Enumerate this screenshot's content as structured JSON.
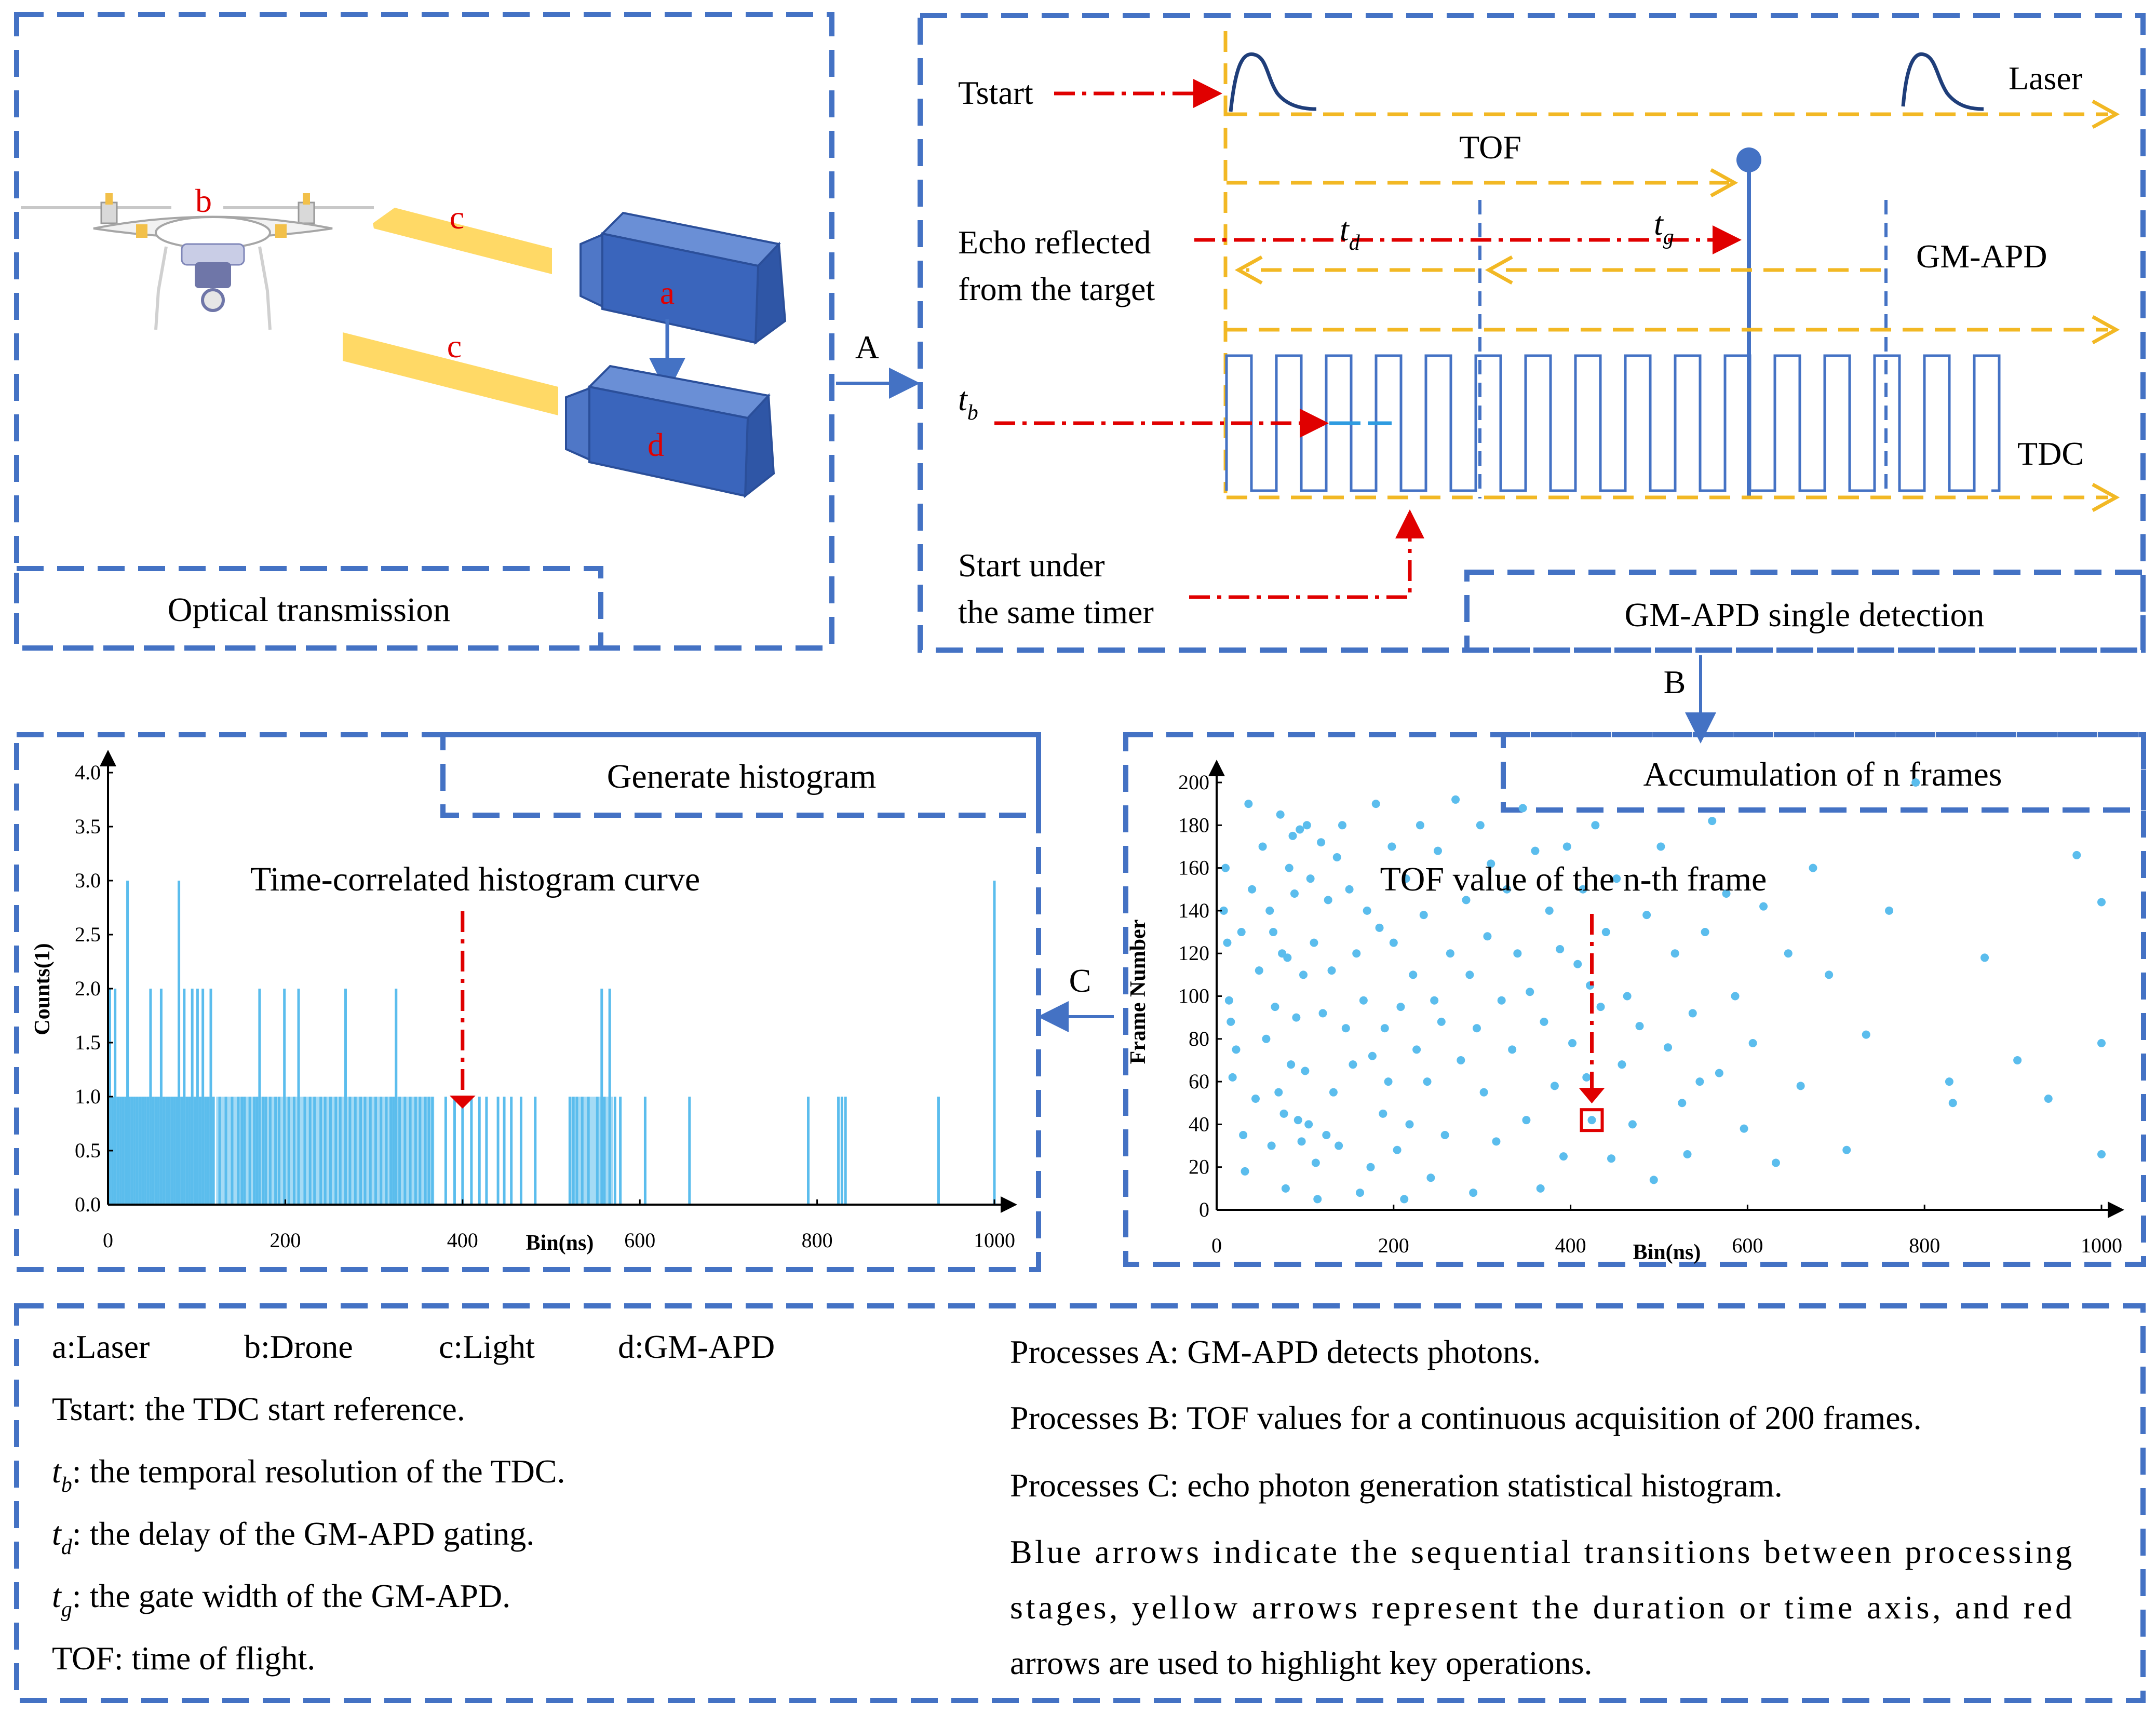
{
  "panels": {
    "optical": {
      "caption": "Optical transmission"
    },
    "gmapd": {
      "caption": "GM-APD single detection",
      "tstart": "Tstart",
      "laser": "Laser",
      "tof": "TOF",
      "echo_line1": "Echo reflected",
      "echo_line2": "from the target",
      "td_base": "t",
      "td_sub": "d",
      "tg_base": "t",
      "tg_sub": "g",
      "gmapd": "GM-APD",
      "tb_base": "t",
      "tb_sub": "b",
      "tdc": "TDC",
      "start_line1": "Start under",
      "start_line2": "the same timer"
    },
    "histogram": {
      "caption": "Generate histogram",
      "annotation": "Time-correlated histogram curve"
    },
    "accumulation": {
      "caption": "Accumulation of n frames",
      "annotation": "TOF value of the n-th frame"
    }
  },
  "components": {
    "a": "a",
    "b": "b",
    "c": "c",
    "d": "d"
  },
  "arrows": {
    "A": "A",
    "B": "B",
    "C": "C"
  },
  "chart_data": [
    {
      "type": "bar",
      "xlabel": "Bin(ns)",
      "ylabel": "Counts(1)",
      "xlim": [
        0,
        1000
      ],
      "ylim": [
        0,
        4.0
      ],
      "xticks": [
        "0",
        "200",
        "400",
        "600",
        "800",
        "1000"
      ],
      "yticks": [
        "0.0",
        "0.5",
        "1.0",
        "1.5",
        "2.0",
        "2.5",
        "3.0",
        "3.5",
        "4.0"
      ],
      "bars_x": [
        2,
        5,
        8,
        11,
        14,
        17,
        20,
        22,
        24,
        27,
        30,
        33,
        36,
        39,
        42,
        45,
        48,
        51,
        54,
        57,
        60,
        63,
        66,
        69,
        72,
        75,
        78,
        80,
        83,
        86,
        89,
        92,
        95,
        98,
        101,
        104,
        107,
        110,
        113,
        116,
        119,
        126,
        133,
        140,
        147,
        151,
        154,
        160,
        165,
        168,
        171,
        175,
        178,
        183,
        189,
        193,
        199,
        204,
        210,
        215,
        222,
        228,
        233,
        240,
        245,
        251,
        257,
        262,
        268,
        273,
        279,
        285,
        290,
        296,
        302,
        308,
        314,
        319,
        322,
        325,
        329,
        335,
        341,
        347,
        352,
        358,
        362,
        366,
        381,
        391,
        400,
        410,
        419,
        427,
        440,
        447,
        455,
        466,
        482,
        521,
        525,
        529,
        535,
        542,
        552,
        557,
        560,
        566,
        572,
        578,
        606,
        656,
        790,
        824,
        828,
        832,
        937,
        1000
      ],
      "bars_y": [
        2,
        1,
        2,
        1,
        1,
        1,
        1,
        3,
        1,
        1,
        1,
        1,
        1,
        1,
        1,
        1,
        2,
        1,
        1,
        1,
        2,
        1,
        1,
        1,
        1,
        1,
        1,
        3,
        1,
        2,
        1,
        1,
        2,
        1,
        2,
        1,
        2,
        1,
        1,
        2,
        1,
        1,
        1,
        1,
        1,
        1,
        1,
        1,
        1,
        1,
        2,
        1,
        1,
        1,
        1,
        1,
        2,
        1,
        1,
        2,
        1,
        1,
        1,
        1,
        1,
        1,
        1,
        1,
        2,
        1,
        1,
        1,
        1,
        1,
        1,
        1,
        1,
        1,
        1,
        2,
        1,
        1,
        1,
        1,
        1,
        1,
        1,
        1,
        1,
        1,
        1,
        1,
        1,
        1,
        1,
        1,
        1,
        1,
        1,
        1,
        1,
        1,
        1,
        1,
        1,
        2,
        1,
        2,
        1,
        1,
        1,
        1,
        1,
        1,
        1,
        1,
        1,
        3
      ]
    },
    {
      "type": "scatter",
      "xlabel": "Bin(ns)",
      "ylabel": "Frame Number",
      "xlim": [
        0,
        1000
      ],
      "ylim": [
        0,
        200
      ],
      "xticks": [
        "0",
        "200",
        "400",
        "600",
        "800",
        "1000"
      ],
      "yticks": [
        "0",
        "20",
        "40",
        "60",
        "80",
        "100",
        "120",
        "140",
        "160",
        "180",
        "200"
      ],
      "highlight": {
        "x": 424,
        "y": 42
      },
      "points": [
        [
          8,
          140
        ],
        [
          10,
          160
        ],
        [
          12,
          125
        ],
        [
          14,
          98
        ],
        [
          16,
          88
        ],
        [
          18,
          62
        ],
        [
          22,
          75
        ],
        [
          28,
          130
        ],
        [
          30,
          35
        ],
        [
          32,
          18
        ],
        [
          36,
          190
        ],
        [
          40,
          150
        ],
        [
          44,
          52
        ],
        [
          48,
          112
        ],
        [
          52,
          170
        ],
        [
          56,
          80
        ],
        [
          60,
          140
        ],
        [
          62,
          30
        ],
        [
          64,
          130
        ],
        [
          66,
          95
        ],
        [
          70,
          55
        ],
        [
          72,
          185
        ],
        [
          74,
          120
        ],
        [
          76,
          45
        ],
        [
          78,
          10
        ],
        [
          80,
          118
        ],
        [
          82,
          160
        ],
        [
          84,
          68
        ],
        [
          86,
          175
        ],
        [
          88,
          148
        ],
        [
          90,
          90
        ],
        [
          92,
          42
        ],
        [
          94,
          178
        ],
        [
          96,
          32
        ],
        [
          98,
          110
        ],
        [
          100,
          65
        ],
        [
          102,
          180
        ],
        [
          104,
          40
        ],
        [
          106,
          155
        ],
        [
          110,
          125
        ],
        [
          112,
          22
        ],
        [
          114,
          5
        ],
        [
          118,
          172
        ],
        [
          120,
          92
        ],
        [
          124,
          35
        ],
        [
          126,
          145
        ],
        [
          130,
          112
        ],
        [
          132,
          55
        ],
        [
          136,
          165
        ],
        [
          138,
          30
        ],
        [
          142,
          180
        ],
        [
          146,
          85
        ],
        [
          150,
          150
        ],
        [
          154,
          68
        ],
        [
          158,
          120
        ],
        [
          162,
          8
        ],
        [
          166,
          98
        ],
        [
          170,
          140
        ],
        [
          174,
          20
        ],
        [
          176,
          72
        ],
        [
          180,
          190
        ],
        [
          184,
          132
        ],
        [
          188,
          45
        ],
        [
          190,
          85
        ],
        [
          194,
          60
        ],
        [
          198,
          170
        ],
        [
          200,
          125
        ],
        [
          204,
          28
        ],
        [
          208,
          95
        ],
        [
          212,
          5
        ],
        [
          214,
          155
        ],
        [
          218,
          40
        ],
        [
          222,
          110
        ],
        [
          226,
          75
        ],
        [
          230,
          180
        ],
        [
          234,
          138
        ],
        [
          238,
          60
        ],
        [
          242,
          15
        ],
        [
          246,
          98
        ],
        [
          250,
          168
        ],
        [
          254,
          88
        ],
        [
          258,
          35
        ],
        [
          264,
          120
        ],
        [
          270,
          192
        ],
        [
          276,
          70
        ],
        [
          282,
          145
        ],
        [
          286,
          110
        ],
        [
          290,
          8
        ],
        [
          294,
          85
        ],
        [
          298,
          180
        ],
        [
          302,
          55
        ],
        [
          306,
          128
        ],
        [
          310,
          162
        ],
        [
          316,
          32
        ],
        [
          322,
          98
        ],
        [
          328,
          150
        ],
        [
          334,
          75
        ],
        [
          340,
          120
        ],
        [
          346,
          188
        ],
        [
          350,
          42
        ],
        [
          354,
          102
        ],
        [
          360,
          168
        ],
        [
          366,
          10
        ],
        [
          370,
          88
        ],
        [
          376,
          140
        ],
        [
          382,
          58
        ],
        [
          388,
          122
        ],
        [
          392,
          25
        ],
        [
          396,
          170
        ],
        [
          402,
          78
        ],
        [
          408,
          115
        ],
        [
          414,
          150
        ],
        [
          418,
          62
        ],
        [
          422,
          105
        ],
        [
          424,
          42
        ],
        [
          428,
          180
        ],
        [
          434,
          95
        ],
        [
          440,
          130
        ],
        [
          446,
          24
        ],
        [
          452,
          155
        ],
        [
          458,
          68
        ],
        [
          464,
          100
        ],
        [
          470,
          40
        ],
        [
          478,
          86
        ],
        [
          486,
          138
        ],
        [
          494,
          14
        ],
        [
          502,
          170
        ],
        [
          510,
          76
        ],
        [
          518,
          120
        ],
        [
          526,
          50
        ],
        [
          532,
          26
        ],
        [
          538,
          92
        ],
        [
          546,
          60
        ],
        [
          552,
          130
        ],
        [
          560,
          182
        ],
        [
          568,
          64
        ],
        [
          576,
          148
        ],
        [
          586,
          100
        ],
        [
          596,
          38
        ],
        [
          606,
          78
        ],
        [
          618,
          142
        ],
        [
          632,
          22
        ],
        [
          646,
          120
        ],
        [
          660,
          58
        ],
        [
          674,
          160
        ],
        [
          692,
          110
        ],
        [
          712,
          28
        ],
        [
          734,
          82
        ],
        [
          760,
          140
        ],
        [
          790,
          200
        ],
        [
          828,
          60
        ],
        [
          832,
          50
        ],
        [
          868,
          118
        ],
        [
          905,
          70
        ],
        [
          940,
          52
        ],
        [
          972,
          166
        ],
        [
          1000,
          78
        ],
        [
          1000,
          144
        ],
        [
          1000,
          26
        ]
      ]
    }
  ],
  "legend": {
    "col1_row1": [
      "a:Laser",
      "b:Drone",
      "c:Light",
      "d:GM-APD"
    ],
    "tstart": "Tstart: the TDC start reference.",
    "tb_base": "t",
    "tb_sub": "b",
    "tb_text": ": the temporal resolution of the TDC.",
    "td_base": "t",
    "td_sub": "d",
    "td_text": ": the delay of the GM-APD gating.",
    "tg_base": "t",
    "tg_sub": "g",
    "tg_text": ": the gate width of the GM-APD.",
    "tof": "TOF: time of flight.",
    "procA": "Processes A: GM-APD detects photons.",
    "procB": "Processes B: TOF values for a continuous acquisition of 200 frames.",
    "procC": "Processes C: echo photon generation statistical histogram.",
    "note_line1": "Blue arrows indicate the sequential transitions between processing",
    "note_line2": "stages, yellow arrows represent the duration or time axis, and red",
    "note_line3": "arrows are used to highlight key operations."
  },
  "colors": {
    "frame_blue": "#4472C4",
    "yellow": "#F2B824",
    "red": "#E00000",
    "data_blue": "#5BBDED",
    "camera": "#3A65BC"
  }
}
